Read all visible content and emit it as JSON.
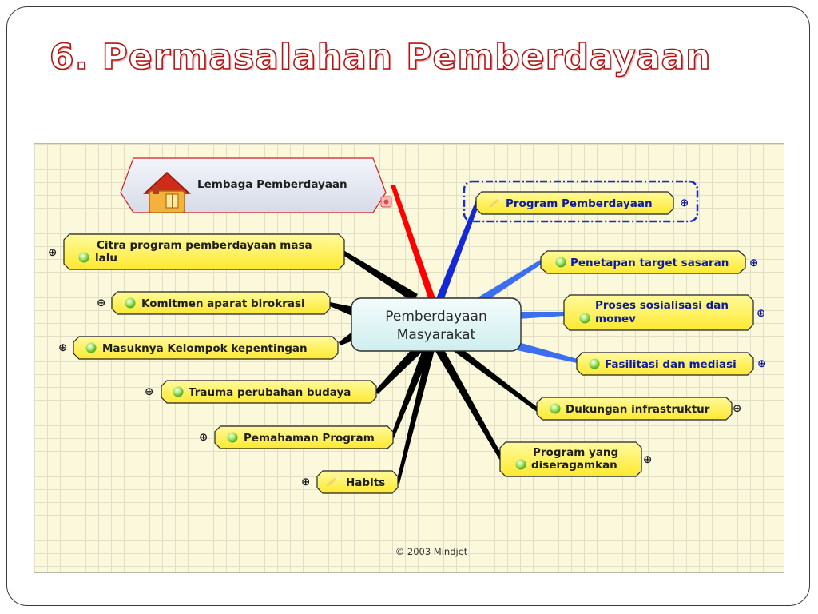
{
  "slide": {
    "title": "6. Permasalahan Pemberdayaan"
  },
  "mindmap": {
    "center": {
      "line1": "Pemberdayaan",
      "line2": "Masyarakat"
    },
    "lembaga": {
      "label": "Lembaga Pemberdayaan"
    },
    "right": [
      {
        "id": "program-pemberdayaan",
        "lines": [
          "Program Pemberdayaan"
        ],
        "icon": "wand-icon"
      },
      {
        "id": "penetapan-target",
        "lines": [
          "Penetapan target sasaran"
        ],
        "icon": "bullet-icon"
      },
      {
        "id": "proses-sosialisasi",
        "lines": [
          "Proses sosialisasi dan",
          "monev"
        ],
        "icon": "bullet-icon"
      },
      {
        "id": "fasilitasi",
        "lines": [
          "Fasilitasi dan mediasi"
        ],
        "icon": "bullet-icon"
      },
      {
        "id": "dukungan",
        "lines": [
          "Dukungan infrastruktur"
        ],
        "icon": "bullet-icon"
      },
      {
        "id": "program-seragam",
        "lines": [
          "Program yang",
          "diseragamkan"
        ],
        "icon": "bullet-icon"
      }
    ],
    "left": [
      {
        "id": "citra",
        "lines": [
          "Citra program pemberdayaan masa",
          "lalu"
        ],
        "icon": "bullet-icon"
      },
      {
        "id": "komitmen",
        "lines": [
          "Komitmen aparat birokrasi"
        ],
        "icon": "bullet-icon"
      },
      {
        "id": "kelompok",
        "lines": [
          "Masuknya Kelompok kepentingan"
        ],
        "icon": "bullet-icon"
      },
      {
        "id": "trauma",
        "lines": [
          "Trauma perubahan budaya"
        ],
        "icon": "bullet-icon"
      },
      {
        "id": "pemahaman",
        "lines": [
          "Pemahaman Program"
        ],
        "icon": "bullet-icon"
      },
      {
        "id": "habits",
        "lines": [
          "Habits"
        ],
        "icon": "wand-icon"
      }
    ],
    "expand_symbol": "⊕",
    "credit": "© 2003 Mindjet",
    "colors": {
      "node_fill": "#fff36b",
      "center_fill": "#e6f5f5",
      "lembaga_fill": "#e8ebf3",
      "branch_red": "#ff0000",
      "branch_blue": "#1428d8",
      "branch_lightblue": "#3c6ef0",
      "branch_black": "#000000",
      "bullet_green": "#7fd63a"
    }
  }
}
